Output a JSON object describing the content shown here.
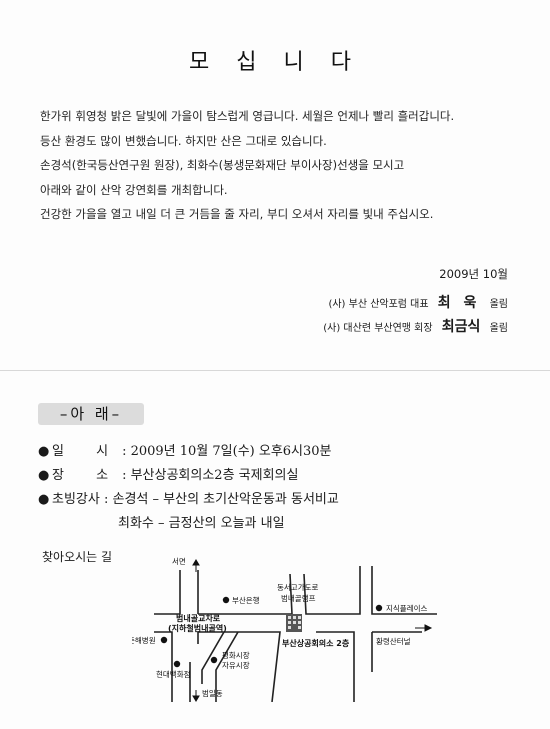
{
  "title": "모 십 니 다",
  "intro": [
    "한가위 휘영청 밝은 달빛에 가을이 탐스럽게 영급니다. 세월은 언제나 빨리 흘러갑니다.",
    "등산 환경도 많이 변했습니다. 하지만 산은 그대로 있습니다.",
    "손경석(한국등산연구원 원장), 최화수(봉생문화재단 부이사장)선생을 모시고",
    "아래와 같이 산악 강연회를 개최합니다.",
    "건강한 가을을 열고 내일 더 큰 거듬을 줄 자리, 부디 오셔서 자리를 빛내 주십시오."
  ],
  "date": "2009년  10월",
  "signatures": [
    {
      "org": "(사) 부산 산악포럼 대표",
      "name": "최 욱",
      "suffix": "올림"
    },
    {
      "org": "(사) 대산련 부산연맹 회장",
      "name": "최금식",
      "suffix": "올림"
    }
  ],
  "section_heading": "–아 래–",
  "details": {
    "bullet": "●",
    "time_label": "일  시",
    "time_value": "2009년 10월 7일(수) 오후6시30분",
    "place_label": "장  소",
    "place_value": "부산상공회의소2층 국제회의실",
    "speaker_label": "초빙강사",
    "speaker1": "손경석 – 부산의 초기산악운동과 동서비교",
    "speaker2": "최화수 – 금정산의 오늘과 내일"
  },
  "map": {
    "title": "찾아오시는 길",
    "labels": {
      "seomyeon": "서면",
      "busan_bank": "부산은행",
      "dongseo_overpass": "동서고가도로",
      "beomnae_ramp": "범내골램프",
      "citizen_place": "지식플레이스",
      "beomnae_intersection": "범내골교차로",
      "subway_station": "(지하철범내골역)",
      "chunhae_hospital": "춘해병원",
      "venue": "부산상공회의소 2층",
      "hwangnyeong_tunnel": "황령산터널",
      "pyeonghwa_market": "평화시장",
      "jayu_market": "자유시장",
      "hyundai_dept": "현대백화점",
      "beomildong": "범일동"
    }
  }
}
